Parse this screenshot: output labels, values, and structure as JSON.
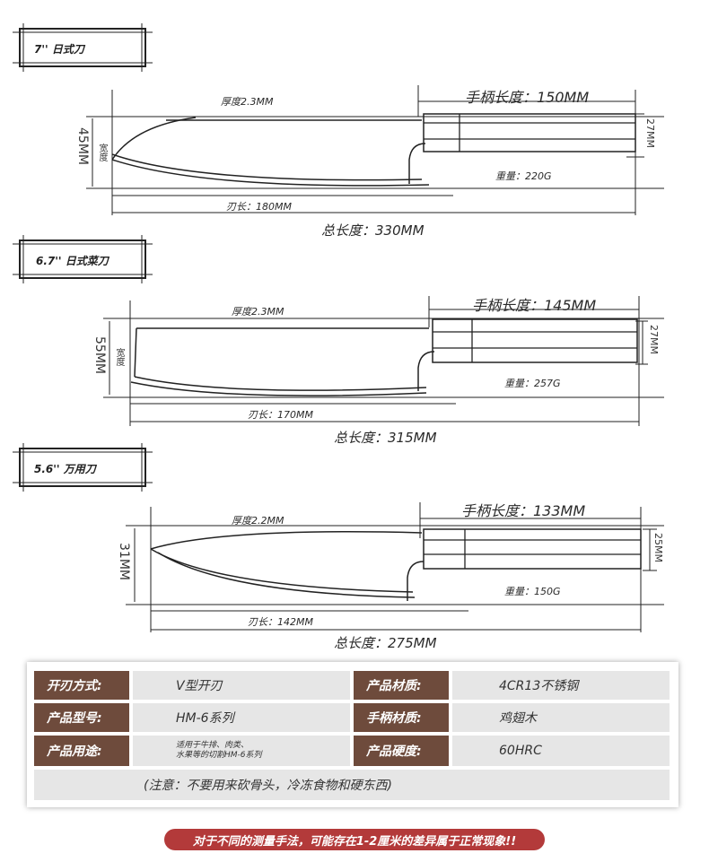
{
  "knives": [
    {
      "tag": "7'' 日式刀",
      "thickness": "厚度2.3MM",
      "handle_length": "手柄长度：150MM",
      "handle_width": "27MM",
      "width": "45MM",
      "width_label": "宽度",
      "weight": "重量：220G",
      "blade_length": "刃长：180MM",
      "total_length": "总长度：330MM"
    },
    {
      "tag": "6.7'' 日式菜刀",
      "thickness": "厚度2.3MM",
      "handle_length": "手柄长度：145MM",
      "handle_width": "27MM",
      "width": "55MM",
      "width_label": "宽度",
      "weight": "重量：257G",
      "blade_length": "刃长：170MM",
      "total_length": "总长度：315MM"
    },
    {
      "tag": "5.6'' 万用刀",
      "thickness": "厚度2.2MM",
      "handle_length": "手柄长度：133MM",
      "handle_width": "25MM",
      "width": "31MM",
      "weight": "重量：150G",
      "blade_length": "刃长：142MM",
      "total_length": "总长度：275MM"
    }
  ],
  "specs": {
    "edge_key": "开刃方式:",
    "edge_val": "V型开刃",
    "material_key": "产品材质:",
    "material_val": "4CR13不锈钢",
    "model_key": "产品型号:",
    "model_val": "HM-6系列",
    "handle_key": "手柄材质:",
    "handle_val": "鸡翅木",
    "use_key": "产品用途:",
    "use_val_1": "适用于牛排、肉类、",
    "use_val_2": "水果等的切割HM-6系列",
    "hardness_key": "产品硬度:",
    "hardness_val": "60HRC",
    "note": "(注意：不要用来砍骨头，冷冻食物和硬东西)"
  },
  "disclaimer": "对于不同的测量手法，可能存在1-2厘米的差异属于正常现象!!",
  "colors": {
    "key_bg": "#6e4b3c",
    "value_bg": "#e6e6e6",
    "disclaimer_bg": "#b33a3a"
  }
}
